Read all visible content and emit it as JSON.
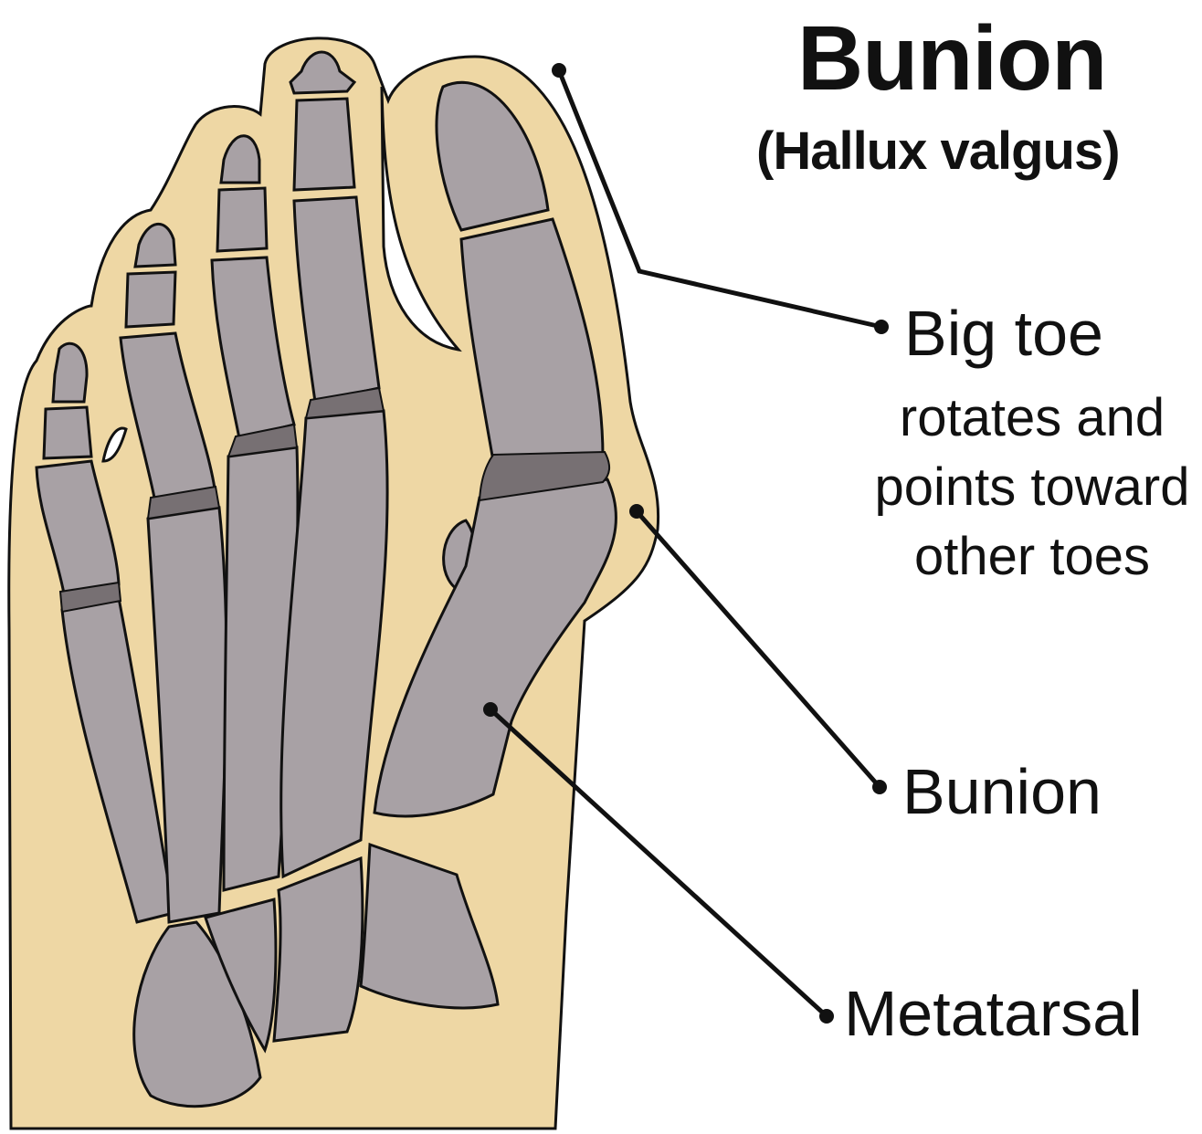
{
  "title": "Bunion",
  "subtitle": "(Hallux valgus)",
  "labels": {
    "big_toe": "Big toe",
    "big_toe_description": "rotates and points toward other toes",
    "bunion": "Bunion",
    "metatarsal": "Metatarsal"
  },
  "colors": {
    "skin": "#eed7a4",
    "bone": "#a8a1a5",
    "joint": "#777073",
    "outline": "#111111"
  }
}
